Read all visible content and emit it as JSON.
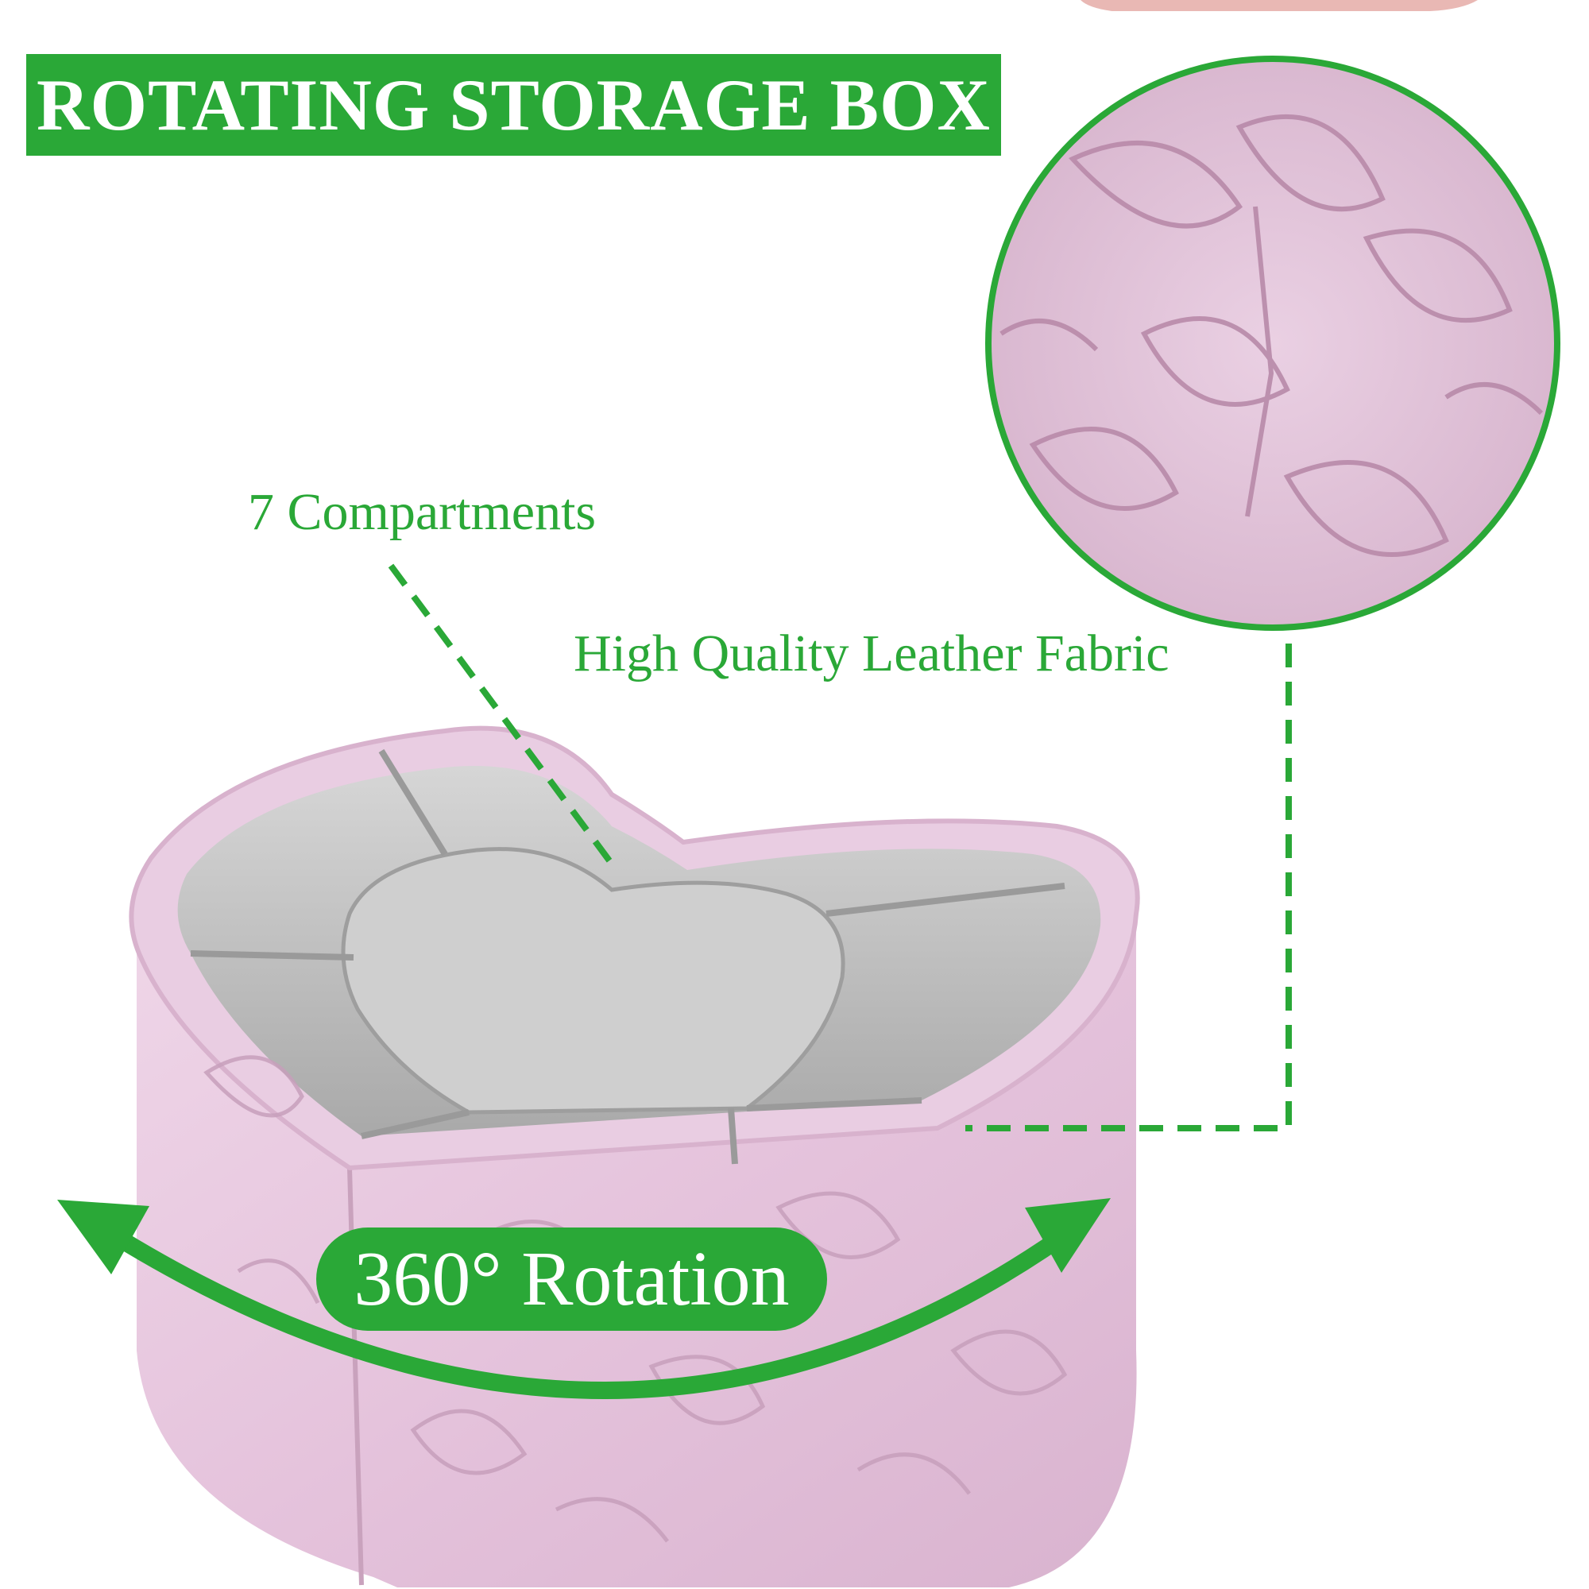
{
  "title": "ROTATING STORAGE BOX",
  "labels": {
    "compartments": "7 Compartments",
    "leather": "High Quality Leather Fabric",
    "rotation": "360° Rotation"
  },
  "colors": {
    "accent": "#2aa837",
    "leather": "#e7c9df",
    "tray": "#bdbdbd"
  }
}
